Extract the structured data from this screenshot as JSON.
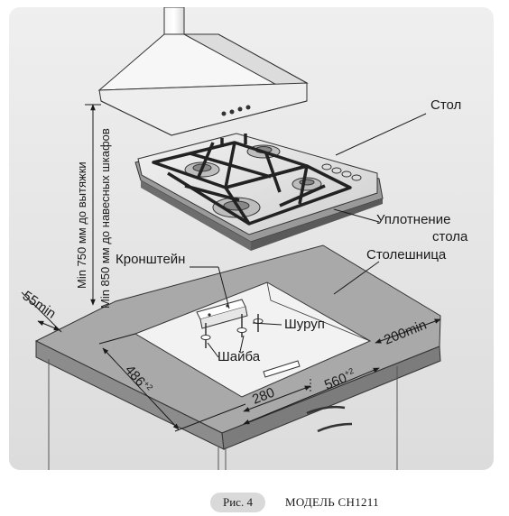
{
  "labels": {
    "table": "Стол",
    "seal_line1": "Уплотнение",
    "seal_line2": "стола",
    "countertop": "Столешница",
    "bracket": "Кронштейн",
    "screw": "Шуруп",
    "washer": "Шайба",
    "hood_clearance": "Min 750 мм до вытяжки",
    "cabinet_clearance": "Min 850 мм до навесных шкафов"
  },
  "dimensions": {
    "side_gap": "55min",
    "depth": "486",
    "depth_tol": "+2",
    "half_width": "280",
    "width": "560",
    "width_tol": "+2",
    "back_gap": "200min"
  },
  "caption": {
    "figure": "Рис. 4",
    "model": "МОДЕЛЬ CH1211"
  }
}
